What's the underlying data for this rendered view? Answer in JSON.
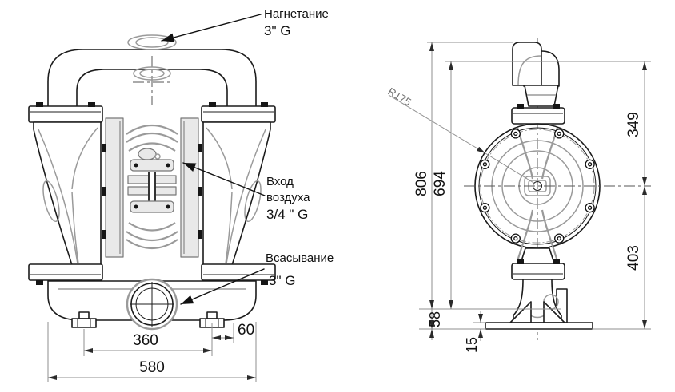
{
  "drawing_title": "Diaphragm pump dimensional drawing",
  "labels": {
    "discharge": {
      "name": "Нагнетание",
      "size": "3\" G"
    },
    "air_inlet": {
      "name_line1": "Вход",
      "name_line2": "воздуха",
      "size": "3/4 \" G"
    },
    "suction": {
      "name": "Всасывание",
      "size": "3\" G"
    },
    "radius": "R175"
  },
  "dimensions": {
    "front_view": {
      "feet_span": "360",
      "foot_edge_offset": "60",
      "overall_width": "580"
    },
    "side_view": {
      "overall_height": "806",
      "height_to_center_line": "694",
      "top_to_axis": "349",
      "axis_to_base": "403",
      "suction_axis_height": "58",
      "base_plate_thickness": "15"
    }
  },
  "colors": {
    "line": "#1c1c1c",
    "dim_line": "#8f8f8f",
    "detail": "#9a9a9a",
    "fill_light": "#e9e9e9",
    "background": "#ffffff",
    "text": "#111111"
  }
}
